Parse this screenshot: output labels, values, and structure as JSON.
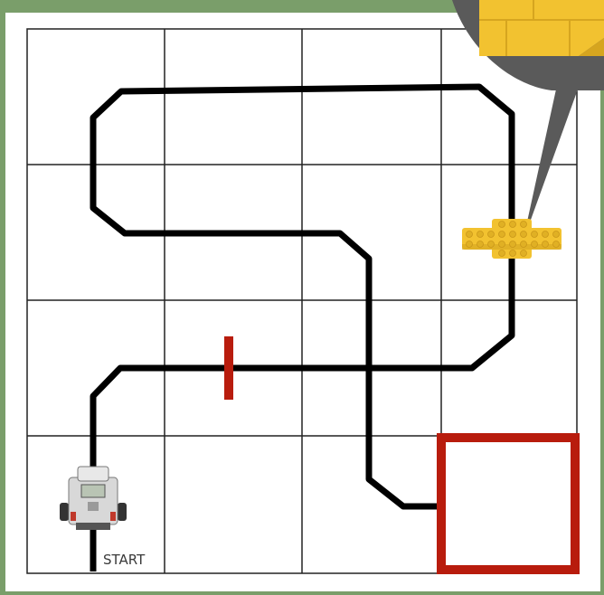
{
  "mat": {
    "grid": {
      "rows": 4,
      "cols": 4
    },
    "colors": {
      "background": "#7a9e6a",
      "mat": "#ffffff",
      "grid_line": "#222222",
      "track": "#000000",
      "stop_line": "#b81c0d",
      "finish_box": "#b81c0d",
      "brick": "#f2c230",
      "callout": "#5a5a5a"
    }
  },
  "start": {
    "label": "START"
  },
  "robot": {
    "icon": "robot-icon"
  },
  "brick": {
    "icon": "lego-brick-icon"
  },
  "callout": {
    "icon": "magnified-brick-icon"
  },
  "finish": {
    "icon": "finish-square-icon"
  }
}
